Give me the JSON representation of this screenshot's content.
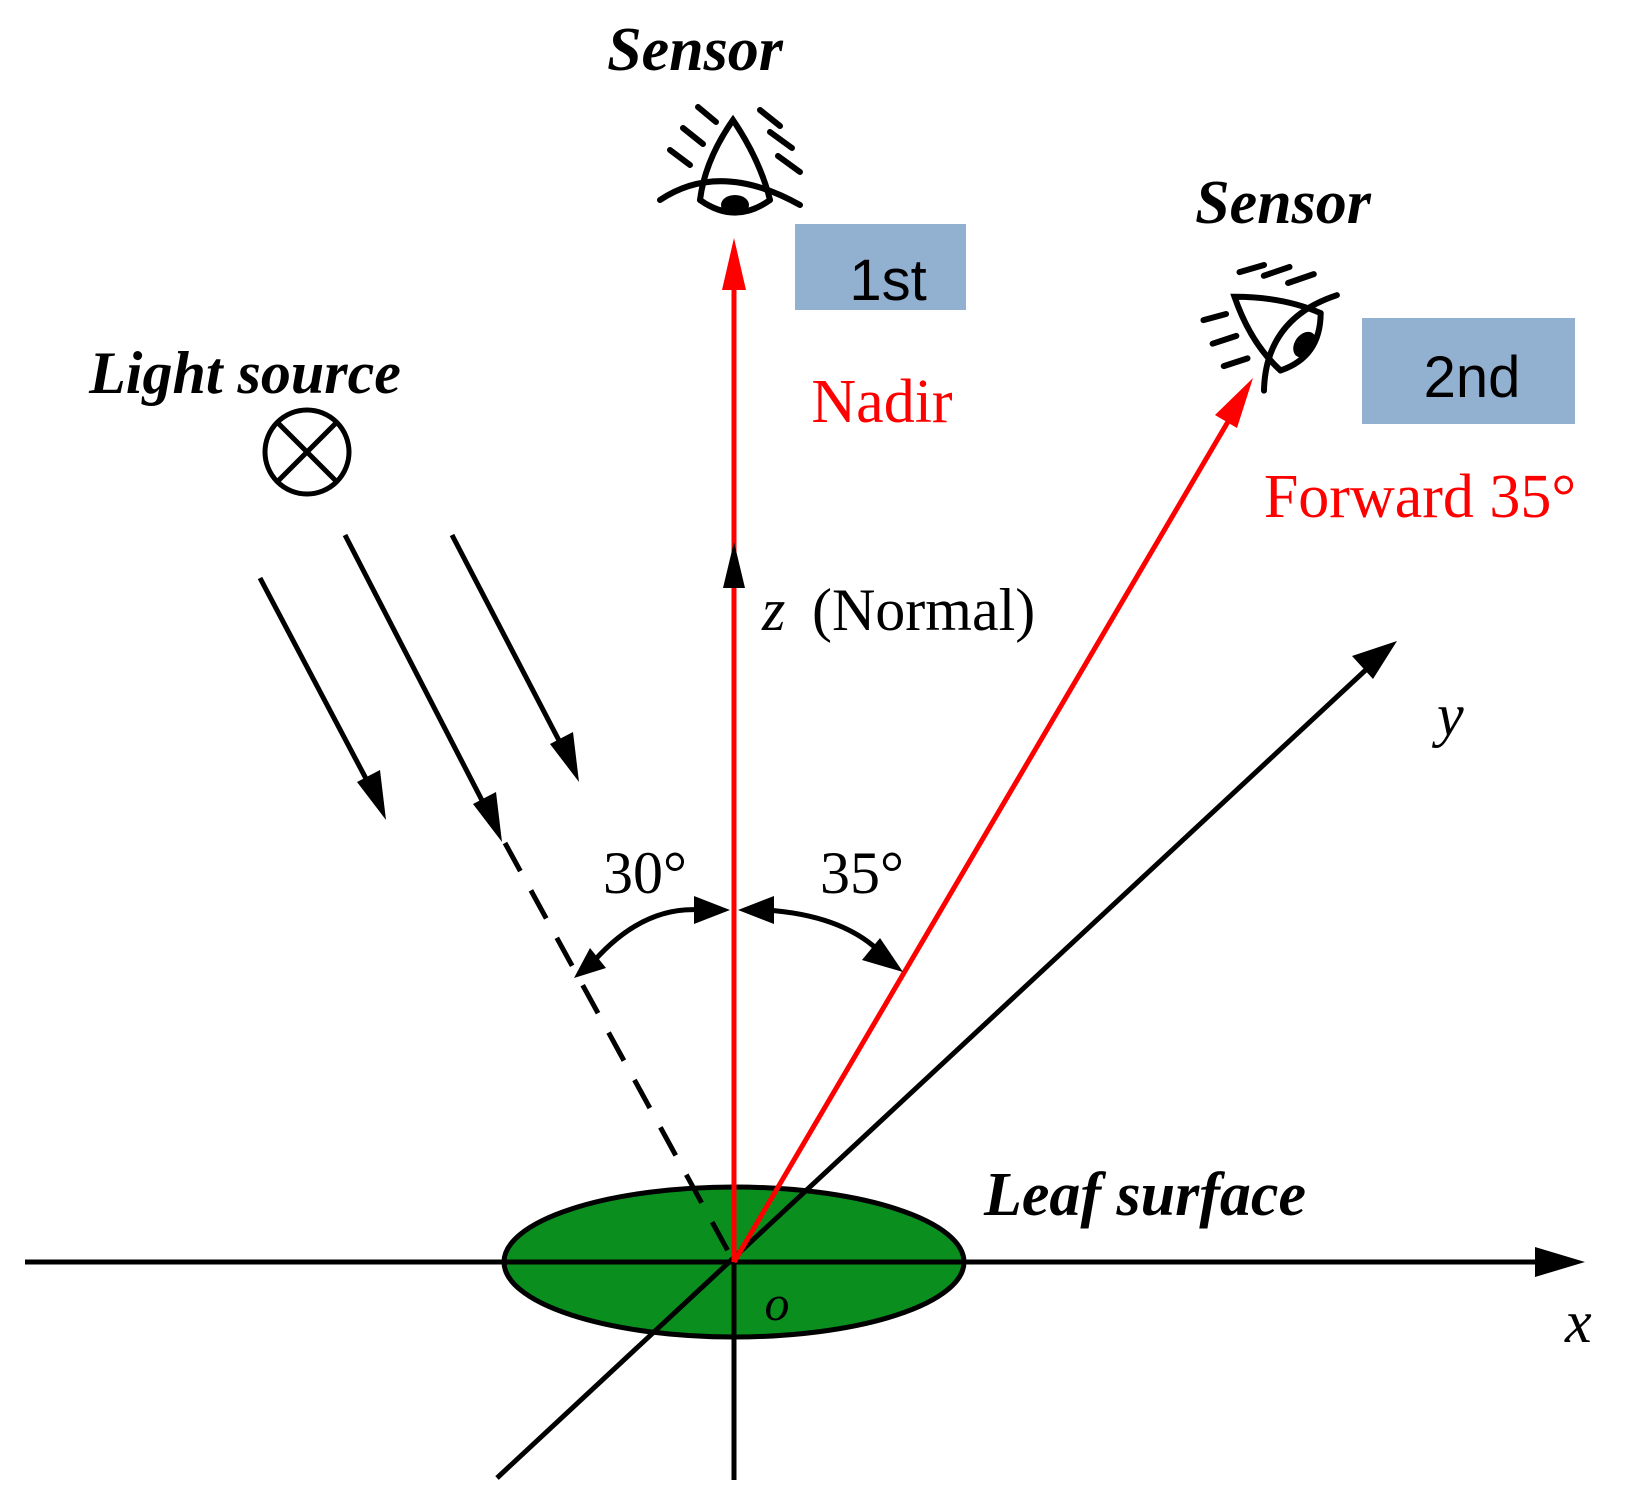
{
  "labels": {
    "sensor_1": "Sensor",
    "sensor_2": "Sensor",
    "badge_1": "1st",
    "badge_2": "2nd",
    "nadir": "Nadir",
    "forward": "Forward 35°",
    "light_source": "Light source",
    "z_axis_var": "z",
    "z_axis_note": "(Normal)",
    "y_axis": "y",
    "x_axis": "x",
    "origin": "o",
    "angle_left": "30°",
    "angle_right": "35°",
    "leaf_surface": "Leaf surface"
  },
  "colors": {
    "ray": "#ff0000",
    "axis": "#000000",
    "leaf_fill": "#0a8f1e",
    "badge_fill": "#92b0cf"
  },
  "icons": {
    "sensor": "eye-icon",
    "light": "circled-cross-icon"
  }
}
